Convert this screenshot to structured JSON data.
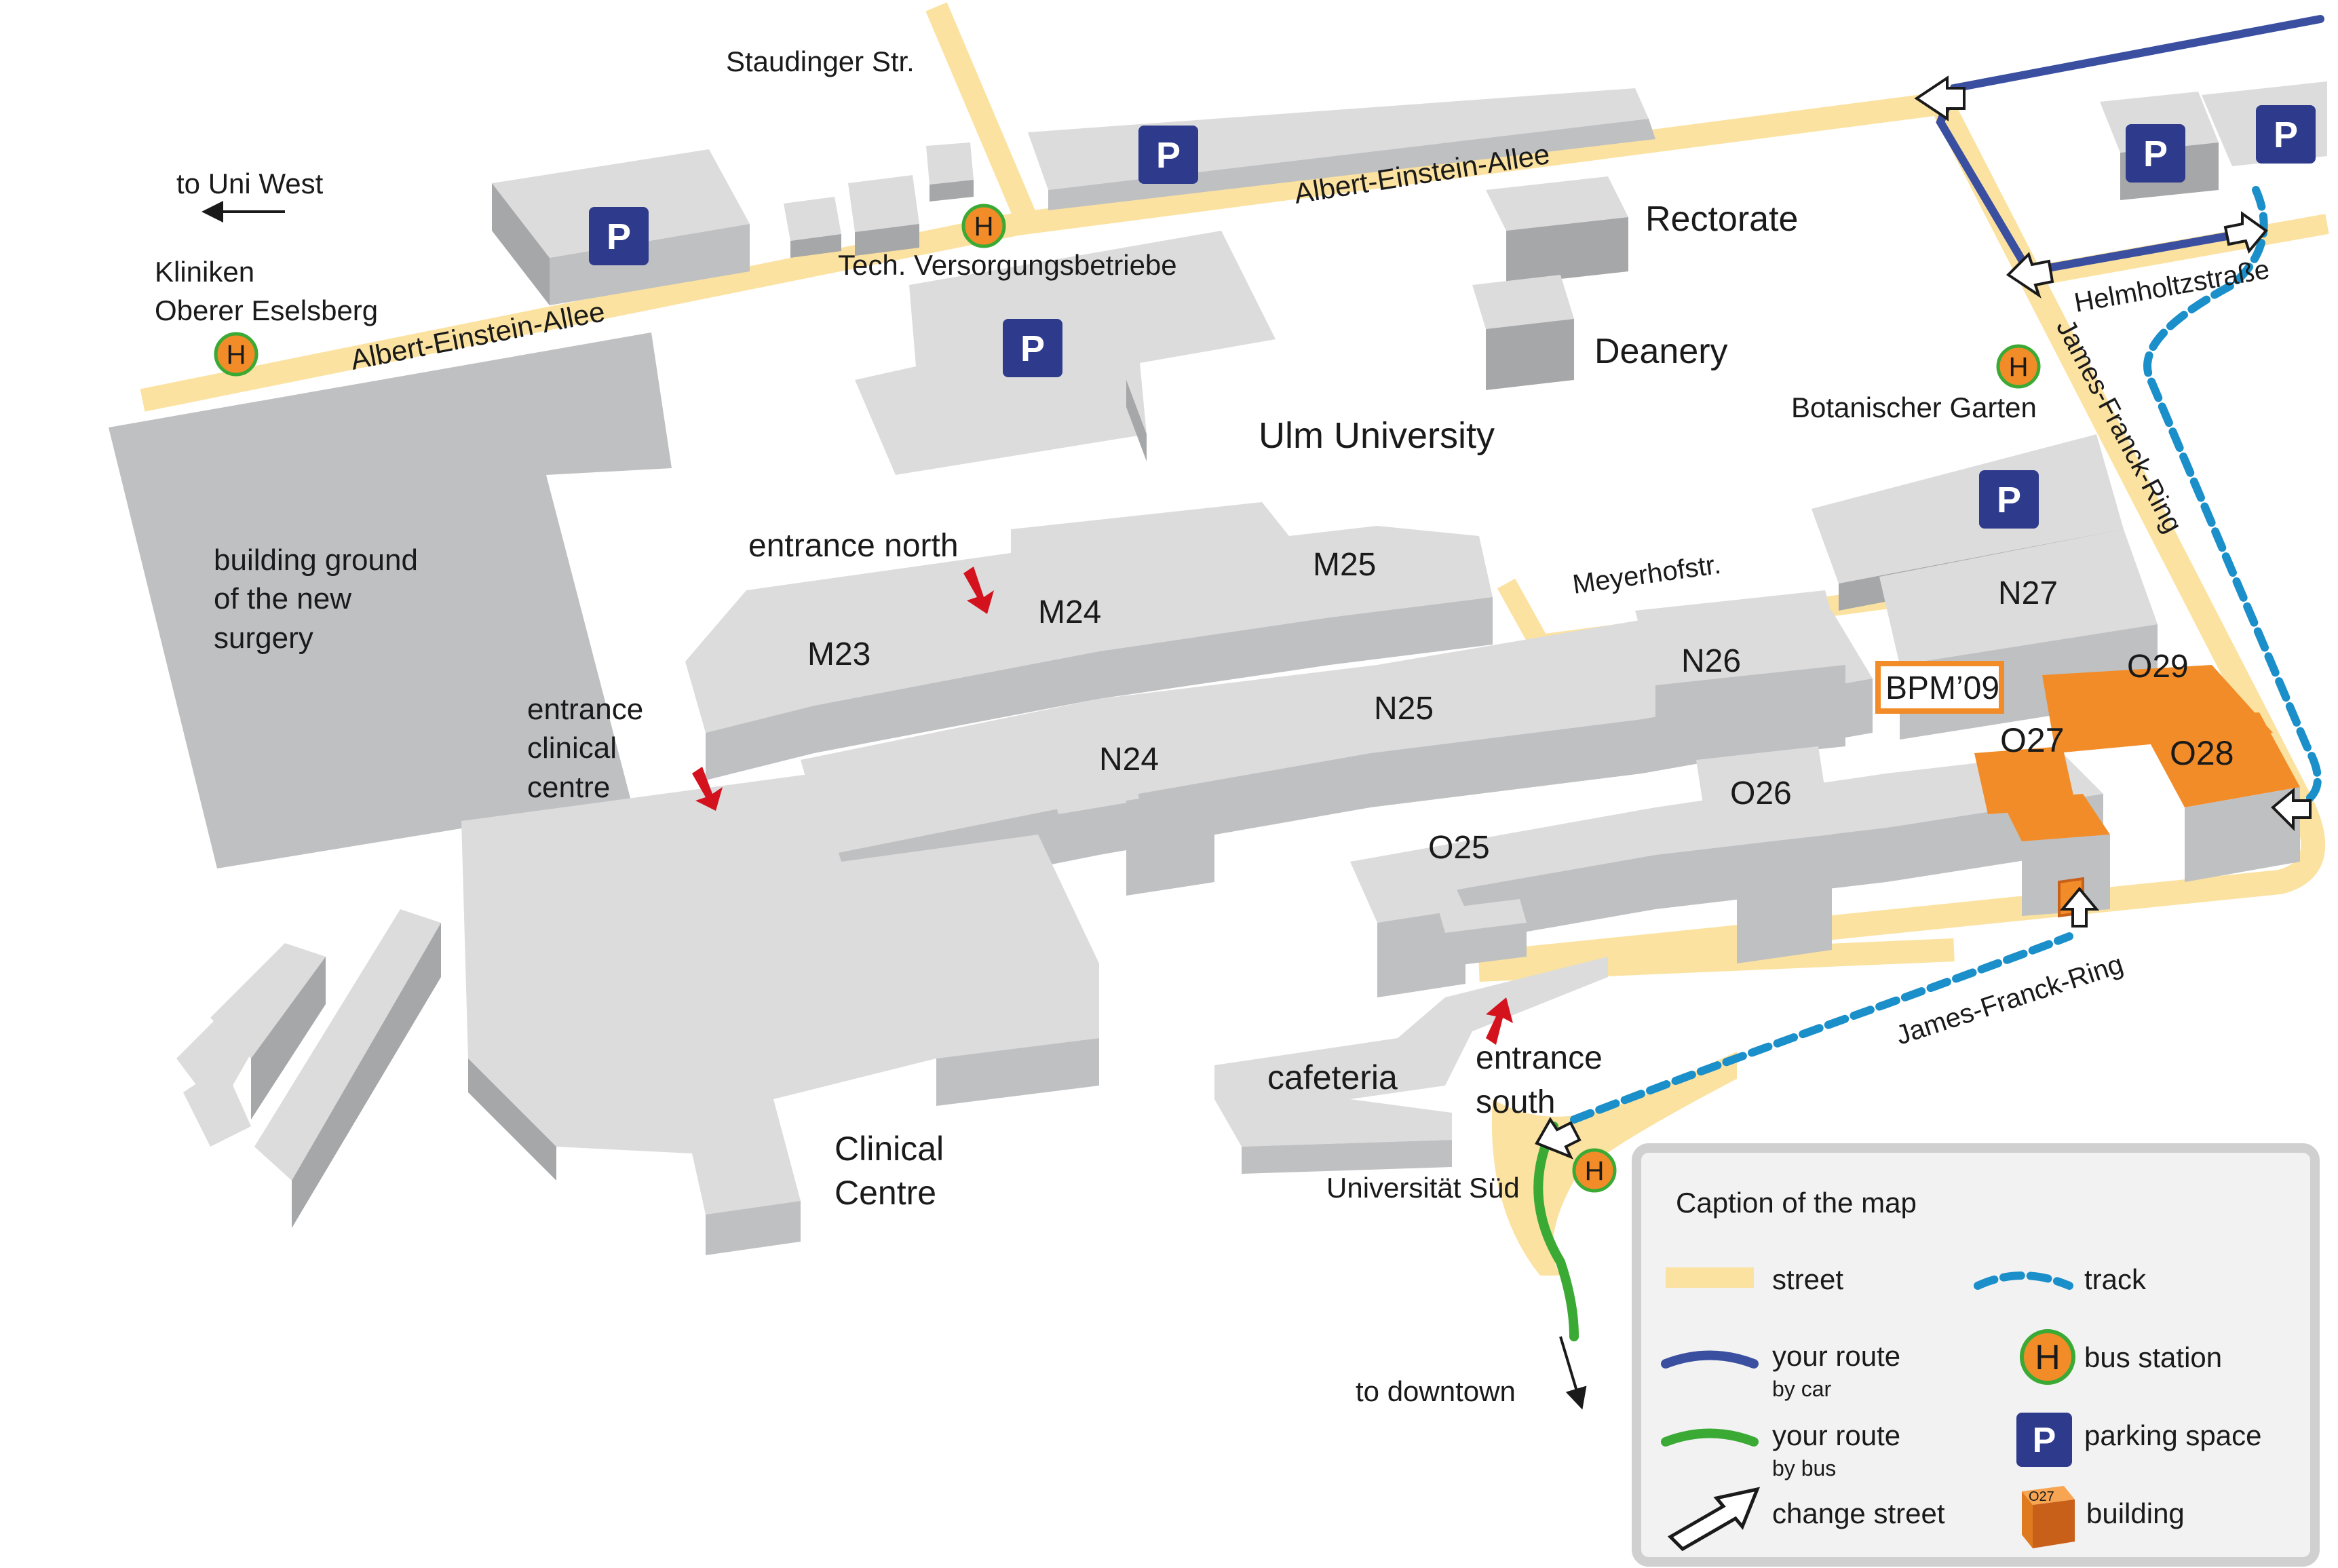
{
  "title": "Ulm University",
  "streets": {
    "staudinger": "Staudinger Str.",
    "albert_einstein_1": "Albert-Einstein-Allee",
    "albert_einstein_2": "Albert-Einstein-Allee",
    "meyerhof": "Meyerhofstr.",
    "helmholtz": "Helmholtzstraße",
    "james_franck_1": "James-Franck-Ring",
    "james_franck_2": "James-Franck-Ring"
  },
  "places": {
    "to_uni_west": "to Uni West",
    "kliniken_line1": "Kliniken",
    "kliniken_line2": "Oberer Eselsberg",
    "tech_versorgung": "Tech. Versorgungsbetriebe",
    "rectorate": "Rectorate",
    "deanery": "Deanery",
    "botanischer_garten": "Botanischer Garten",
    "building_ground_1": "building ground",
    "building_ground_2": "of the new",
    "building_ground_3": "surgery",
    "entrance_north": "entrance north",
    "entrance_clinical_1": "entrance",
    "entrance_clinical_2": "clinical",
    "entrance_clinical_3": "centre",
    "clinical_centre_1": "Clinical",
    "clinical_centre_2": "Centre",
    "cafeteria": "cafeteria",
    "entrance_south_1": "entrance",
    "entrance_south_2": "south",
    "universitaet_sued": "Universität Süd",
    "to_downtown": "to downtown",
    "bpm": "BPM’09"
  },
  "buildings": {
    "M23": "M23",
    "M24": "M24",
    "M25": "M25",
    "N24": "N24",
    "N25": "N25",
    "N26": "N26",
    "N27": "N27",
    "O25": "O25",
    "O26": "O26",
    "O27": "O27",
    "O28": "O28",
    "O29": "O29"
  },
  "symbols": {
    "parking": "P",
    "bus": "H"
  },
  "legend": {
    "title": "Caption of the map",
    "street": "street",
    "track": "track",
    "route_car": "your route",
    "route_car_sub": "by car",
    "bus_station": "bus station",
    "route_bus": "your route",
    "route_bus_sub": "by bus",
    "parking_space": "parking space",
    "change_street": "change street",
    "building": "building",
    "building_icon_label": "O27"
  },
  "colors": {
    "street": "#fbe2a0",
    "route_car": "#3b4fa0",
    "route_bus": "#3aaa35",
    "track": "#1a8fc9",
    "highlight": "#f28c28",
    "parking": "#2e3a8c",
    "bus": "#f28c28",
    "entrance_arrow": "#d4121e"
  }
}
